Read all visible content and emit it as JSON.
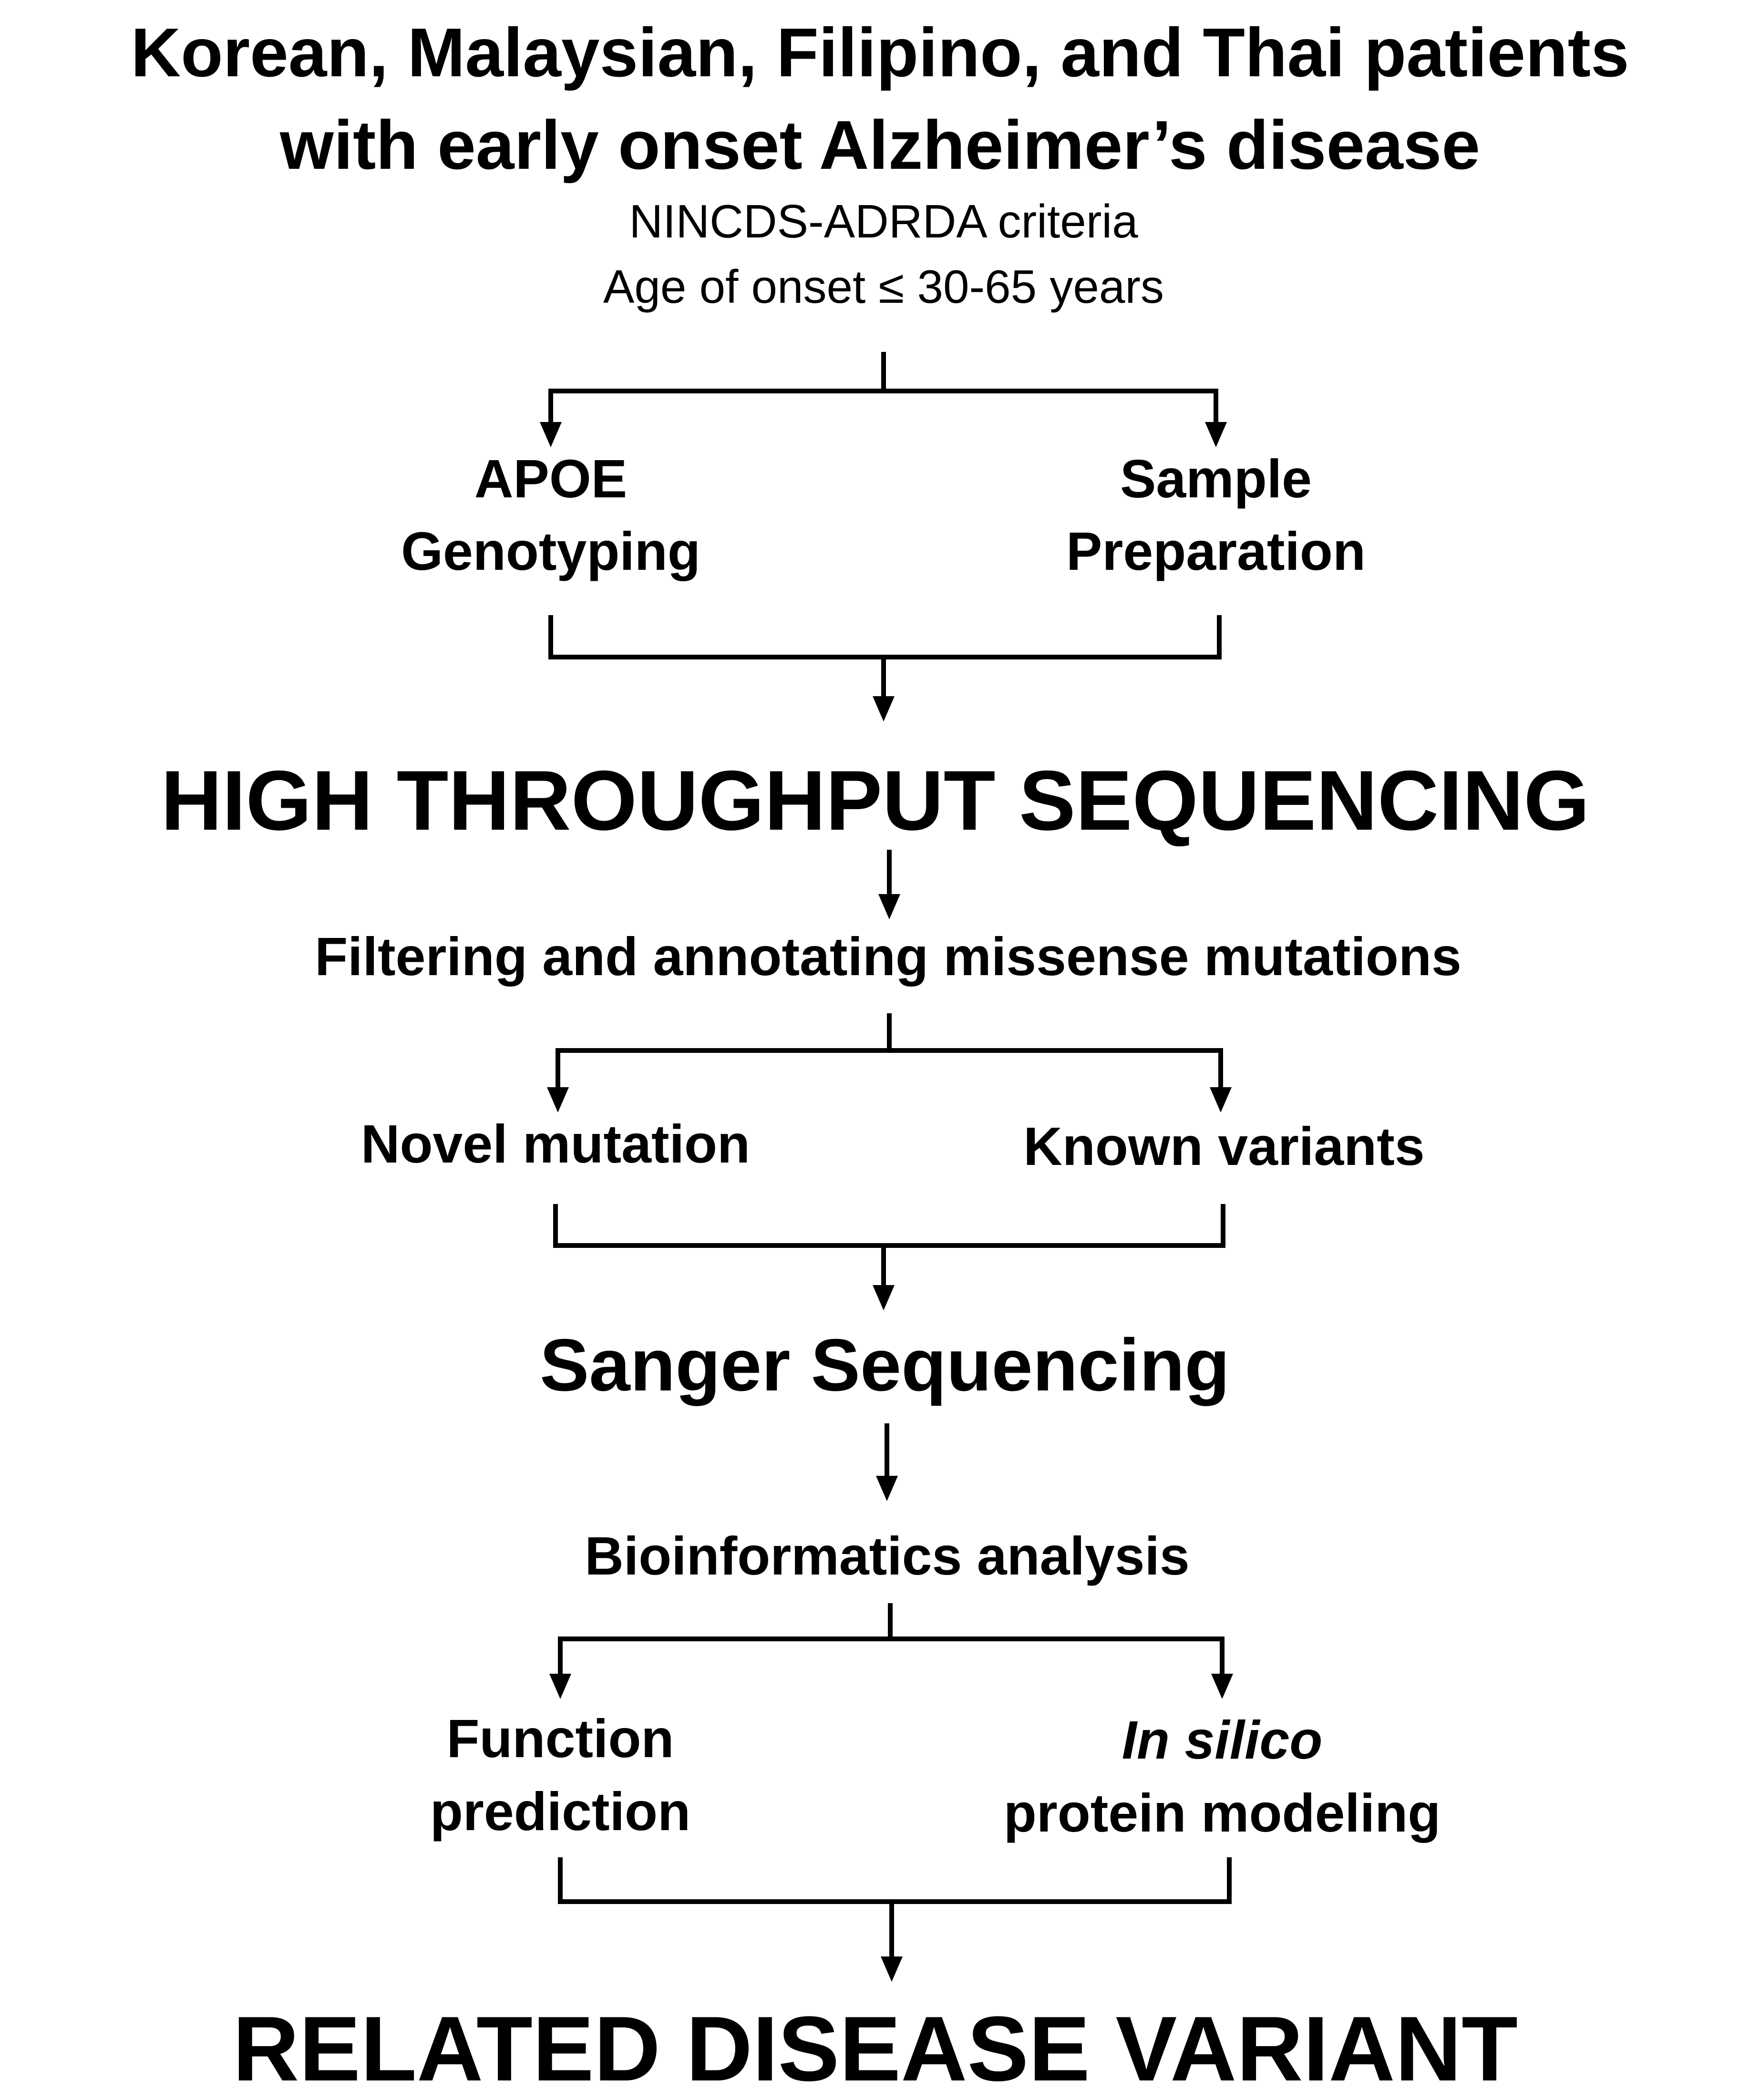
{
  "title": {
    "line1": "Korean, Malaysian, Filipino, and Thai patients",
    "line2": "with early onset Alzheimer’s disease"
  },
  "criteria": {
    "line1": "NINCDS-ADRDA criteria",
    "line2": "Age of onset ≤ 30-65 years"
  },
  "step1": {
    "left_line1": "APOE",
    "left_line2": "Genotyping",
    "right_line1": "Sample",
    "right_line2": "Preparation"
  },
  "high_throughput": "HIGH THROUGHPUT SEQUENCING",
  "filtering": "Filtering and annotating missense mutations",
  "step2": {
    "left": "Novel mutation",
    "right": "Known variants"
  },
  "sanger": "Sanger Sequencing",
  "bioinformatics": "Bioinformatics analysis",
  "step3": {
    "left_line1": "Function",
    "left_line2": "prediction",
    "right_line1": "In silico",
    "right_line2": "protein modeling"
  },
  "result": "RELATED DISEASE VARIANT",
  "colors": {
    "text": "#000000",
    "lines": "#000000",
    "background": "#ffffff"
  }
}
